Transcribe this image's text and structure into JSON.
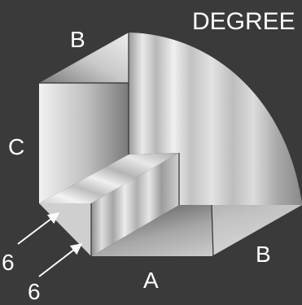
{
  "diagram": {
    "title": "DEGREE",
    "labels": {
      "top_b": "B",
      "left_c": "C",
      "bottom_a": "A",
      "bottom_b": "B",
      "arrow_upper": "6",
      "arrow_lower": "6"
    }
  },
  "colors": {
    "background": "#3a3a3a",
    "metal_light": "#e8e8e8",
    "metal_mid": "#b9b9b9",
    "metal_dark": "#6f6f6f",
    "text": "#ffffff"
  }
}
